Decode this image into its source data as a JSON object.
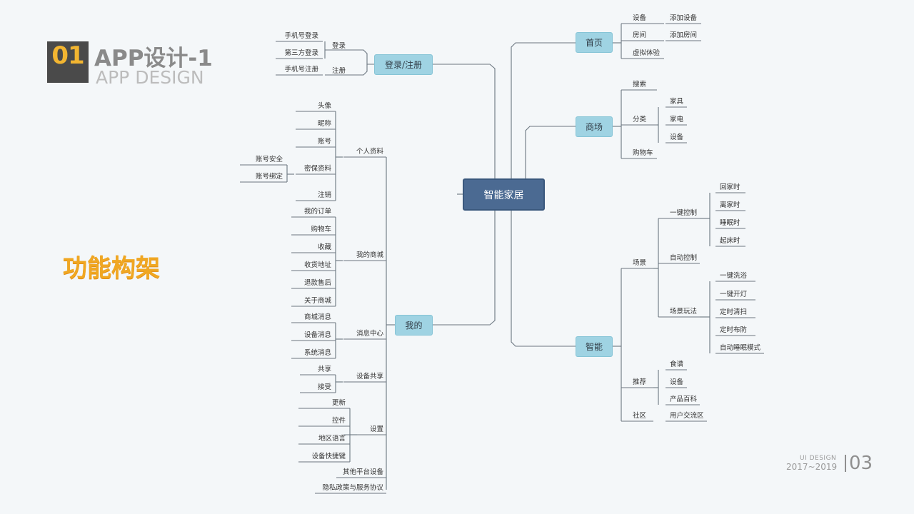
{
  "header": {
    "number": "01",
    "title": "APP设计-1",
    "subtitle": "APP DESIGN"
  },
  "section_title": "功能构架",
  "footer": {
    "label": "UI DESIGN",
    "years": "2017~2019",
    "page": "03"
  },
  "mindmap": {
    "root": "智能家居",
    "login": {
      "label": "登录/注册",
      "groups": [
        {
          "label": "登录",
          "items": [
            "手机号登录",
            "第三方登录"
          ]
        },
        {
          "label": "注册",
          "items": [
            "手机号注册"
          ]
        }
      ]
    },
    "mine": {
      "label": "我的",
      "groups": [
        {
          "label": "个人资料",
          "items": [
            "头像",
            "昵称",
            "账号",
            "密保资料",
            "注销"
          ],
          "sub": {
            "parent": "密保资料",
            "items": [
              "账号安全",
              "账号绑定"
            ]
          }
        },
        {
          "label": "我的商城",
          "items": [
            "我的订单",
            "购物车",
            "收藏",
            "收货地址",
            "退款售后",
            "关于商城"
          ]
        },
        {
          "label": "消息中心",
          "items": [
            "商城消息",
            "设备消息",
            "系统消息"
          ]
        },
        {
          "label": "设备共享",
          "items": [
            "共享",
            "接受"
          ]
        },
        {
          "label": "设置",
          "items": [
            "更新",
            "控件",
            "地区语言",
            "设备快捷键"
          ]
        },
        {
          "label": "其他平台设备",
          "items": []
        },
        {
          "label": "隐私政策与服务协议",
          "items": []
        }
      ]
    },
    "home": {
      "label": "首页",
      "groups": [
        {
          "label": "设备",
          "items": [
            "添加设备"
          ]
        },
        {
          "label": "房间",
          "items": [
            "添加房间"
          ]
        },
        {
          "label": "虚拟体验",
          "items": []
        }
      ]
    },
    "mall": {
      "label": "商场",
      "groups": [
        {
          "label": "搜索",
          "items": []
        },
        {
          "label": "分类",
          "items": [
            "家具",
            "家电",
            "设备"
          ]
        },
        {
          "label": "购物车",
          "items": []
        }
      ]
    },
    "smart": {
      "label": "智能",
      "groups": [
        {
          "label": "场景",
          "subgroups": [
            {
              "label": "一键控制",
              "items": [
                "回家时",
                "离家时",
                "睡眠时",
                "起床时"
              ]
            },
            {
              "label": "自动控制",
              "items": []
            },
            {
              "label": "场景玩法",
              "items": [
                "一键洗浴",
                "一键开灯",
                "定时清扫",
                "定时布防",
                "自动睡眠模式"
              ]
            }
          ]
        },
        {
          "label": "推荐",
          "items": [
            "食谱",
            "设备",
            "产品百科"
          ]
        },
        {
          "label": "社区",
          "items": [
            "用户交流区"
          ]
        }
      ]
    }
  }
}
